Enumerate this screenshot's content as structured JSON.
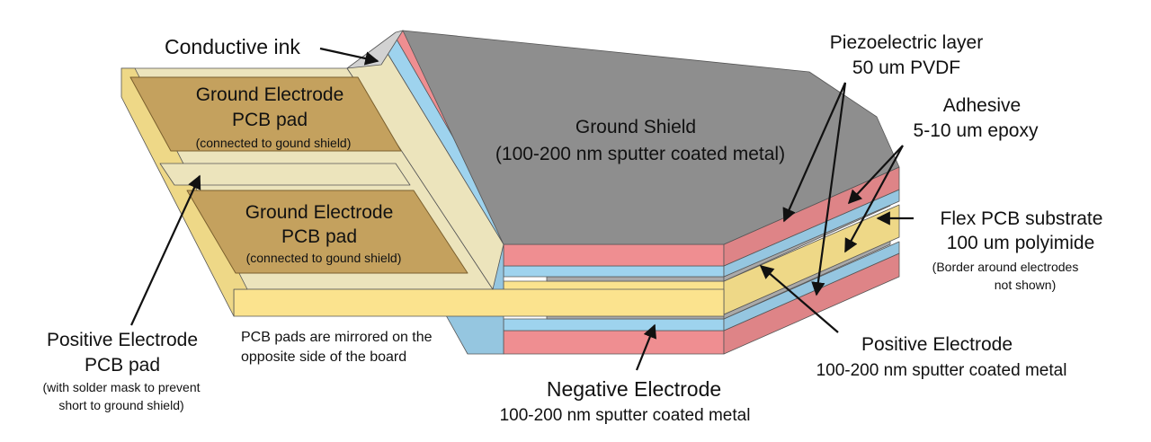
{
  "colors": {
    "shield": "#8e8e8e",
    "shield_top": "#bdbdbd",
    "piezo": "#ef8e91",
    "adhesive": "#9ed3ee",
    "substrate": "#fbe38e",
    "electrode_metal": "#a9a9a9",
    "pcb_pad": "#c4a15e",
    "pcb_board": "#ece4bc",
    "ink": "#d2d2d2"
  },
  "labels": {
    "conductive_ink": "Conductive ink",
    "ground_pad_1": {
      "line1": "Ground Electrode",
      "line2": "PCB pad",
      "note": "(connected to gound shield)"
    },
    "ground_pad_2": {
      "line1": "Ground Electrode",
      "line2": "PCB pad",
      "note": "(connected to gound shield)"
    },
    "ground_shield": {
      "line1": "Ground Shield",
      "line2": "(100-200 nm sputter coated metal)"
    },
    "piezo": {
      "line1": "Piezoelectric layer",
      "line2": "50 um PVDF"
    },
    "adhesive": {
      "line1": "Adhesive",
      "line2": "5-10 um epoxy"
    },
    "flex_pcb": {
      "line1": "Flex PCB substrate",
      "line2": "100 um polyimide",
      "note1": "(Border around electrodes",
      "note2": "not shown)"
    },
    "positive_electrode_right": {
      "line1": "Positive Electrode",
      "line2": "100-200 nm sputter coated metal"
    },
    "negative_electrode": {
      "line1": "Negative Electrode",
      "line2": "100-200 nm sputter coated metal"
    },
    "mirror_note": {
      "line1": "PCB pads are mirrored on the",
      "line2": "opposite side of the board"
    },
    "positive_pad": {
      "line1": "Positive Electrode",
      "line2": "PCB pad",
      "note1": "(with solder mask to prevent",
      "note2": "short to ground shield)"
    }
  }
}
